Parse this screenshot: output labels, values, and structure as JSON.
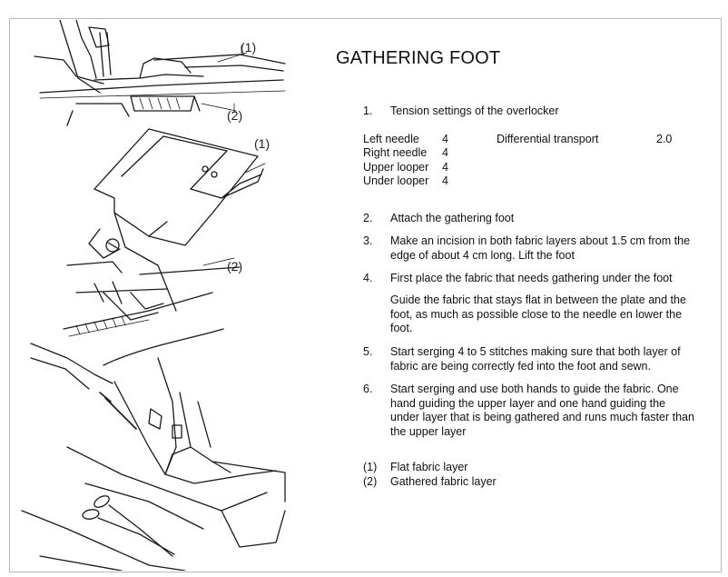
{
  "title": "GATHERING FOOT",
  "illustration": {
    "callouts": [
      "(1)",
      "(2)",
      "(1)",
      "(2)"
    ],
    "description_icon": "overlocker-gathering-foot-illustration"
  },
  "steps": {
    "s1": {
      "num": "1.",
      "text": "Tension settings of the overlocker"
    },
    "tension": [
      {
        "label": "Left needle",
        "value": "4"
      },
      {
        "label": "Right needle",
        "value": "4"
      },
      {
        "label": "Upper looper",
        "value": "4"
      },
      {
        "label": "Under looper",
        "value": "4"
      }
    ],
    "differential": {
      "label": "Differential transport",
      "value": "2.0"
    },
    "s2": {
      "num": "2.",
      "text": "Attach the gathering foot"
    },
    "s3": {
      "num": "3.",
      "text": "Make an incision in both fabric layers about 1.5 cm from the edge of about 4 cm long. Lift the foot"
    },
    "s4": {
      "num": "4.",
      "text": "First place the fabric that needs gathering under the foot"
    },
    "s4b": {
      "text": "Guide the fabric that stays flat in between the plate and the foot, as much as possible close to the needle en lower the foot."
    },
    "s5": {
      "num": "5.",
      "text": "Start serging 4 to 5 stitches making sure that both layer of fabric are being correctly fed into the foot and sewn."
    },
    "s6": {
      "num": "6.",
      "text": "Start serging and use both hands to guide the fabric. One hand guiding the upper layer and one hand guiding the under layer that is being gathered and runs much faster than the upper layer"
    }
  },
  "legend": [
    {
      "num": "(1)",
      "text": "Flat fabric layer"
    },
    {
      "num": "(2)",
      "text": "Gathered fabric layer"
    }
  ]
}
